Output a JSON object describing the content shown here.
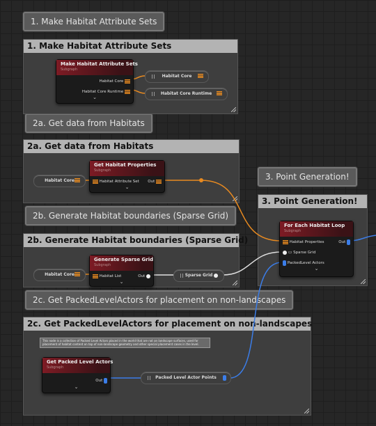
{
  "colors": {
    "canvas": "#262626",
    "comment_body": "#3e3e3e",
    "comment_header": "#b3b3b3",
    "node_header": "#7d1b24",
    "wire_exec_orange": "#e88a20",
    "wire_blue": "#3b7de8",
    "wire_white": "#e0e0e0"
  },
  "bubbles": {
    "b1": "1. Make Habitat Attribute Sets",
    "b2a": "2a. Get data from Habitats",
    "b3": "3. Point Generation!",
    "b2b": "2b. Generate Habitat boundaries (Sparse Grid)",
    "b2c": "2c. Get PackedLevelActors for placement on non-landscapes"
  },
  "comments": {
    "c1": "1. Make Habitat Attribute Sets",
    "c2a": "2a. Get data from Habitats",
    "c3": "3. Point Generation!",
    "c2b": "2b. Generate Habitat boundaries (Sparse Grid)",
    "c2c": "2c. Get PackedLevelActors for placement on non-landscapes"
  },
  "nodes": {
    "make_sets": {
      "title": "Make Habitat Attribute Sets",
      "sub": "Subgraph",
      "pins": {
        "core": "Habitat Core",
        "runtime": "Habitat Core Runtime"
      }
    },
    "get_props": {
      "title": "Get Habitat Properties",
      "sub": "Subgraph",
      "pins": {
        "in": "Habitat Attribute Set",
        "out": "Out"
      }
    },
    "gen_grid": {
      "title": "Generate Sparse Grid",
      "sub": "Subgraph",
      "pins": {
        "in": "Habitat List",
        "out": "Out"
      }
    },
    "for_each": {
      "title": "For Each Habitat Loop",
      "sub": "Subgraph",
      "pins": {
        "props": "Habitat Properties",
        "out": "Out",
        "grid": "Sparse Grid",
        "pla": "PackedLevel Actors"
      }
    },
    "get_pla": {
      "title": "Get Packed Level Actors",
      "sub": "Subgraph",
      "pins": {
        "out": "Out"
      }
    }
  },
  "pills": {
    "habitat_core_1": "Habitat Core",
    "habitat_core_runtime": "Habitat Core Runtime",
    "habitat_core_2": "Habitat Core",
    "habitat_core_3": "Habitat Core",
    "sparse_grid": "Sparse Grid",
    "pla_points": "Packed Level Actor Points"
  },
  "description_2c": "This node is a collection of Packed Level Actors placed in the world that are not on landscape surfaces, used for placement of habitat content on top of non-landscape geometry and other special placement cases in the level."
}
